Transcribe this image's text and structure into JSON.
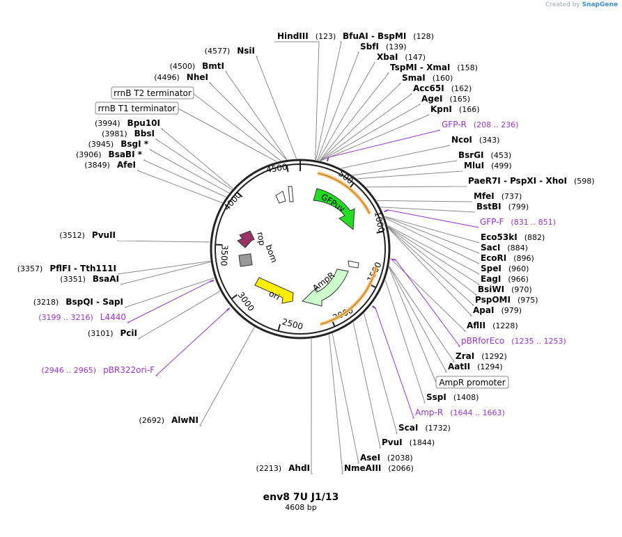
{
  "credit": {
    "prefix": "Created by",
    "brand": "SnapGene"
  },
  "map": {
    "name": "env8 7U J1/13",
    "length_label": "4608 bp",
    "tick_labels": [
      "500",
      "1000",
      "1500",
      "2000",
      "2500",
      "3000",
      "3500",
      "4000",
      "4500"
    ]
  },
  "sites": [
    {
      "name": "HindIII",
      "pos": "(123)"
    },
    {
      "name": "BfuAI - BspMI",
      "pos": "(128)"
    },
    {
      "name": "SbfI",
      "pos": "(139)"
    },
    {
      "name": "XbaI",
      "pos": "(147)"
    },
    {
      "name": "TspMI - XmaI",
      "pos": "(158)"
    },
    {
      "name": "SmaI",
      "pos": "(160)"
    },
    {
      "name": "Acc65I",
      "pos": "(162)"
    },
    {
      "name": "AgeI",
      "pos": "(165)"
    },
    {
      "name": "KpnI",
      "pos": "(166)"
    },
    {
      "name": "NcoI",
      "pos": "(343)"
    },
    {
      "name": "BsrGI",
      "pos": "(453)"
    },
    {
      "name": "MluI",
      "pos": "(499)"
    },
    {
      "name": "PaeR7I - PspXI - XhoI",
      "pos": "(598)"
    },
    {
      "name": "MfeI",
      "pos": "(737)"
    },
    {
      "name": "BstBI",
      "pos": "(799)"
    },
    {
      "name": "Eco53kI",
      "pos": "(882)"
    },
    {
      "name": "SacI",
      "pos": "(884)"
    },
    {
      "name": "EcoRI",
      "pos": "(896)"
    },
    {
      "name": "SpeI",
      "pos": "(960)"
    },
    {
      "name": "EagI",
      "pos": "(966)"
    },
    {
      "name": "BsiWI",
      "pos": "(970)"
    },
    {
      "name": "PspOMI",
      "pos": "(975)"
    },
    {
      "name": "ApaI",
      "pos": "(979)"
    },
    {
      "name": "AflII",
      "pos": "(1228)"
    },
    {
      "name": "ZraI",
      "pos": "(1292)"
    },
    {
      "name": "AatII",
      "pos": "(1294)"
    },
    {
      "name": "SspI",
      "pos": "(1408)"
    },
    {
      "name": "ScaI",
      "pos": "(1732)"
    },
    {
      "name": "PvuI",
      "pos": "(1844)"
    },
    {
      "name": "AseI",
      "pos": "(2038)"
    },
    {
      "name": "NmeAIII",
      "pos": "(2066)"
    },
    {
      "name": "AhdI",
      "pos": "(2213)"
    },
    {
      "name": "AlwNI",
      "pos": "(2692)"
    },
    {
      "name": "PciI",
      "pos": "(3101)"
    },
    {
      "name": "BspQI - SapI",
      "pos": "(3218)"
    },
    {
      "name": "BsaAI",
      "pos": "(3351)"
    },
    {
      "name": "PflFI - Tth111I",
      "pos": "(3357)"
    },
    {
      "name": "PvuII",
      "pos": "(3512)"
    },
    {
      "name": "AfeI",
      "pos": "(3849)"
    },
    {
      "name": "BsaBI *",
      "pos": "(3906)"
    },
    {
      "name": "BsgI *",
      "pos": "(3945)"
    },
    {
      "name": "BbsI",
      "pos": "(3981)"
    },
    {
      "name": "Bpu10I",
      "pos": "(3994)"
    },
    {
      "name": "NheI",
      "pos": "(4496)"
    },
    {
      "name": "BmtI",
      "pos": "(4500)"
    },
    {
      "name": "NsiI",
      "pos": "(4577)"
    }
  ],
  "primers": [
    {
      "name": "GFP-R",
      "pos": "(208 .. 236)"
    },
    {
      "name": "GFP-F",
      "pos": "(831 .. 851)"
    },
    {
      "name": "pBRforEco",
      "pos": "(1235 .. 1253)"
    },
    {
      "name": "Amp-R",
      "pos": "(1644 .. 1663)"
    },
    {
      "name": "L4440",
      "pos": "(3199 .. 3216)"
    },
    {
      "name": "pBR322ori-F",
      "pos": "(2946 .. 2965)"
    }
  ],
  "boxed_features": [
    "rrnB T2 terminator",
    "rrnB T1 terminator",
    "AmpR promoter"
  ],
  "features": [
    {
      "name": "GFPuv",
      "color": "#22dd22"
    },
    {
      "name": "AmpR",
      "color": "#ccffcc"
    },
    {
      "name": "ori",
      "color": "#ffee00"
    },
    {
      "name": "rop",
      "color": "#993366"
    },
    {
      "name": "bom",
      "color": "#999999"
    }
  ],
  "colors": {
    "primer": "#9933cc",
    "orf_band": "#f7c57a",
    "backbone": "#222222"
  }
}
